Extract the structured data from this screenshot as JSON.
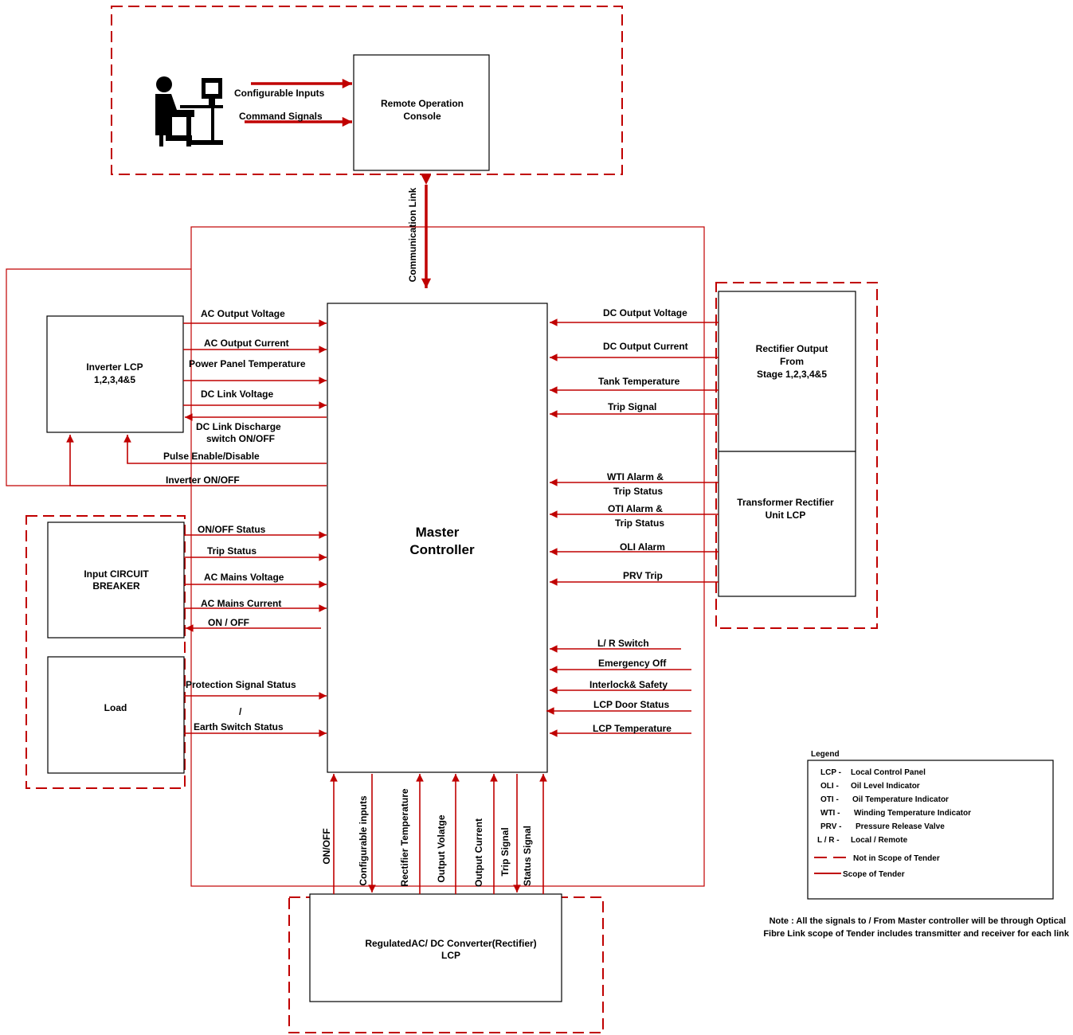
{
  "colors": {
    "signal": "#c00000",
    "box": "#000000",
    "background": "#ffffff"
  },
  "remote": {
    "console_label_1": "Remote Operation",
    "console_label_2": "Console",
    "input_1": "Configurable Inputs",
    "input_2": "Command Signals",
    "icon": "operator-at-workstation-icon",
    "link": "Communication Link"
  },
  "master": {
    "label_1": "Master",
    "label_2": "Controller"
  },
  "inverter": {
    "label_1": "Inverter LCP",
    "label_2": "1,2,3,4&5",
    "signals": {
      "ac_output_voltage": "AC Output Voltage",
      "ac_output_current": "AC Output Current",
      "power_panel_temp": "Power Panel Temperature",
      "dc_link_voltage": "DC Link Voltage",
      "dc_link_discharge_1": "DC Link Discharge",
      "dc_link_discharge_2": "switch ON/OFF",
      "pulse_enable": "Pulse Enable/Disable",
      "inverter_on_off": "Inverter ON/OFF"
    }
  },
  "rectifier_output": {
    "label_1": "Rectifier Output",
    "label_2": "From",
    "label_3": "Stage 1,2,3,4&5",
    "signals": {
      "dc_output_voltage": "DC Output Voltage",
      "dc_output_current": "DC Output Current",
      "tank_temperature": "Tank Temperature",
      "trip_signal": "Trip Signal"
    }
  },
  "transformer": {
    "label_1": "Transformer Rectifier",
    "label_2": "Unit LCP",
    "signals": {
      "wti_1": "WTI Alarm  &",
      "wti_2": "Trip Status",
      "oti_1": "OTI Alarm  &",
      "oti_2": "Trip Status",
      "oli": "OLI Alarm",
      "prv": "PRV Trip"
    }
  },
  "breaker": {
    "label_1": "Input CIRCUIT",
    "label_2": "BREAKER",
    "signals": {
      "on_off_status": "ON/OFF Status",
      "trip_status": "Trip Status",
      "ac_mains_voltage": "AC Mains Voltage",
      "ac_mains_current": "AC Mains Current",
      "on_off": "ON / OFF"
    }
  },
  "load": {
    "label": "Load",
    "signals": {
      "protection": "Protection Signal Status",
      "slash": "/",
      "earth_switch": "Earth Switch Status"
    }
  },
  "field_inputs": {
    "lr_switch": "L/ R Switch",
    "emergency_off": "Emergency Off",
    "interlock": "Interlock& Safety",
    "lcp_door": "LCP Door Status",
    "lcp_temperature": "LCP Temperature"
  },
  "converter": {
    "label_1": "RegulatedAC/ DC Converter(Rectifier)",
    "label_2": "LCP",
    "signals": {
      "on_off": "ON/OFF",
      "configurable_inputs": "Configurable inputs",
      "rectifier_temperature": "Rectifier Temperature",
      "output_voltage": "Output Volatge",
      "output_current": "Output Current",
      "trip_signal": "Trip Signal",
      "status_signal": "Status Signal"
    }
  },
  "legend": {
    "title": "Legend",
    "rows": [
      {
        "abbr": "LCP -",
        "text": "Local Control Panel"
      },
      {
        "abbr": "OLI -",
        "text": "Oil Level Indicator"
      },
      {
        "abbr": "OTI -",
        "text": "Oil Temperature Indicator"
      },
      {
        "abbr": "WTI -",
        "text": "Winding Temperature Indicator"
      },
      {
        "abbr": "PRV -",
        "text": "Pressure Release Valve"
      },
      {
        "abbr": "L / R -",
        "text": "Local  /      Remote"
      }
    ],
    "dashed_label": "Not in Scope of Tender",
    "solid_label": "Scope of Tender"
  },
  "note": {
    "line_1": "Note : All the signals to / From Master controller will be through Optical",
    "line_2": "Fibre Link scope of Tender includes transmitter and receiver for each link"
  }
}
